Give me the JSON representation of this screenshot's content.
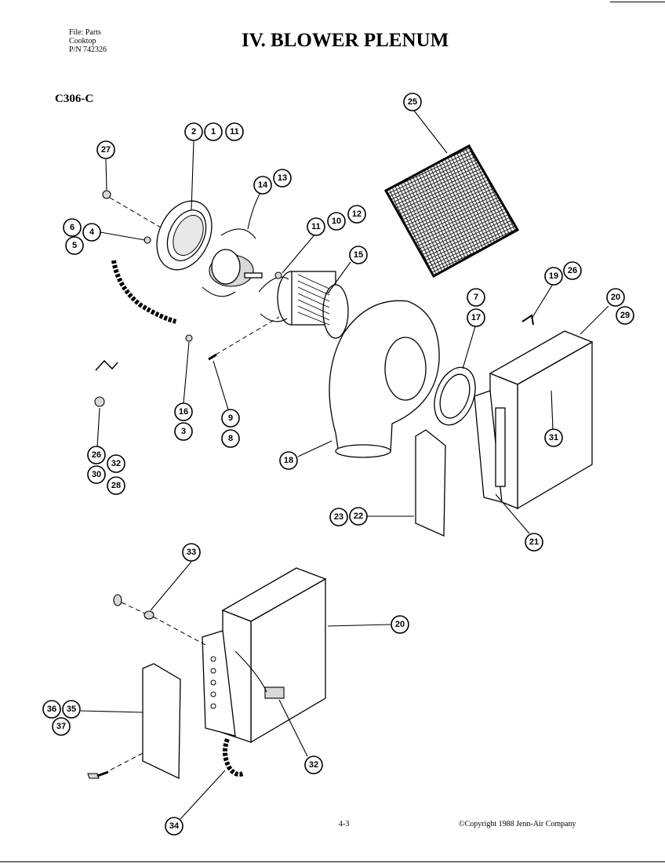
{
  "header": {
    "file_line1": "File: Parts",
    "file_line2": "Cooktop",
    "file_line3": "P/N 742326",
    "title": "IV.  BLOWER PLENUM",
    "model": "C306-C"
  },
  "footer": {
    "page": "4-3",
    "copyright": "©Copyright 1988 Jenn-Air Company"
  },
  "callouts": [
    "2",
    "1",
    "11",
    "27",
    "14",
    "13",
    "6",
    "4",
    "5",
    "11",
    "10",
    "12",
    "15",
    "25",
    "19",
    "26",
    "7",
    "17",
    "20",
    "29",
    "31",
    "16",
    "3",
    "9",
    "8",
    "18",
    "26",
    "32",
    "30",
    "28",
    "23",
    "22",
    "21",
    "33",
    "20",
    "36",
    "35",
    "37",
    "32",
    "34"
  ]
}
